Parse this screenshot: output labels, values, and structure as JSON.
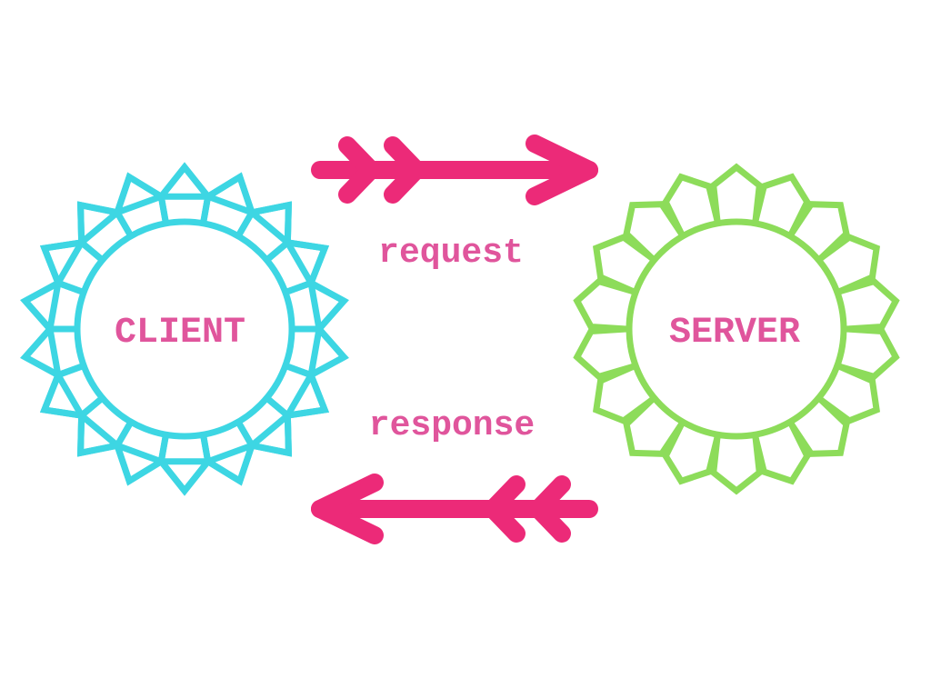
{
  "colors": {
    "client": "#3dd6e3",
    "server": "#8ddc5a",
    "arrow": "#ec2a78",
    "text": "#e0559c",
    "background": "#ffffff"
  },
  "nodes": {
    "client": {
      "label": "CLIENT",
      "shape": "starburst-badge"
    },
    "server": {
      "label": "SERVER",
      "shape": "scalloped-badge"
    }
  },
  "edges": {
    "request": {
      "label": "request",
      "from": "client",
      "to": "server",
      "icon": "fletched-arrow-right-icon"
    },
    "response": {
      "label": "response",
      "from": "server",
      "to": "client",
      "icon": "fletched-arrow-left-icon"
    }
  }
}
